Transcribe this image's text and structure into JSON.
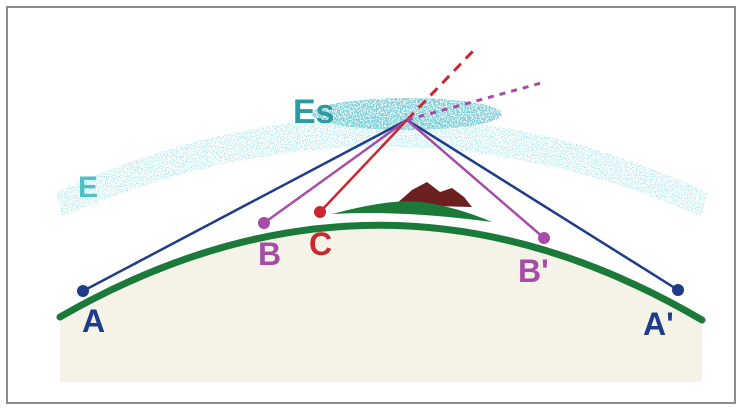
{
  "labels": {
    "layer_e": "E",
    "layer_es": "Es",
    "point_a": "A",
    "point_a_prime": "A'",
    "point_b": "B",
    "point_b_prime": "B'",
    "point_c": "C"
  },
  "colors": {
    "e_layer": "#5ec9cf",
    "es_layer": "#3aa8b2",
    "ground": "#1b7a3a",
    "ground_fill": "#f2efdf",
    "mountain": "#6b1f1f",
    "ray_a": "#1f3c8a",
    "ray_b": "#a64ca6",
    "ray_c": "#c8282e",
    "label_a": "#1f3c8a",
    "label_b": "#a64ca6",
    "label_c": "#c8282e",
    "label_e": "#4fc0c6",
    "label_es": "#2c9aa3"
  }
}
